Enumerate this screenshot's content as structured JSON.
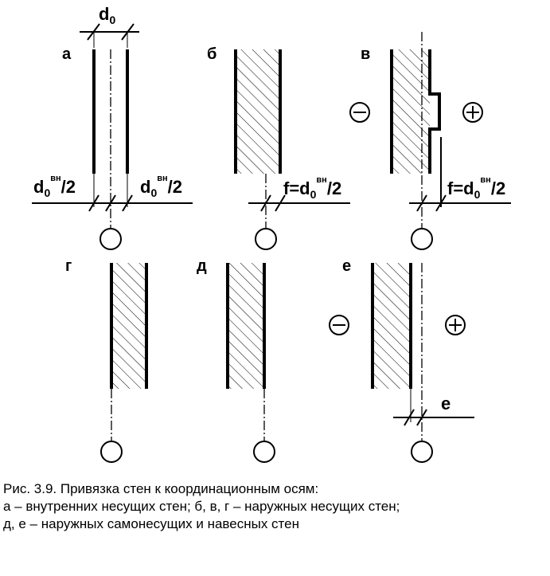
{
  "panels": {
    "a": "а",
    "b": "б",
    "v": "в",
    "g": "г",
    "d": "д",
    "e": "е"
  },
  "dims": {
    "d": "d",
    "sub0": "0",
    "vn": "вн",
    "half": "/2",
    "f_eq_d": "f=d",
    "e": "е"
  },
  "signs": {
    "minus": "−",
    "plus": "+"
  },
  "caption": {
    "line1": "Рис. 3.9. Привязка стен к координационным осям:",
    "line2": "а – внутренних несущих стен; б, в, г – наружных несущих стен;",
    "line3": "д, е – наружных самонесущих и навесных стен"
  }
}
